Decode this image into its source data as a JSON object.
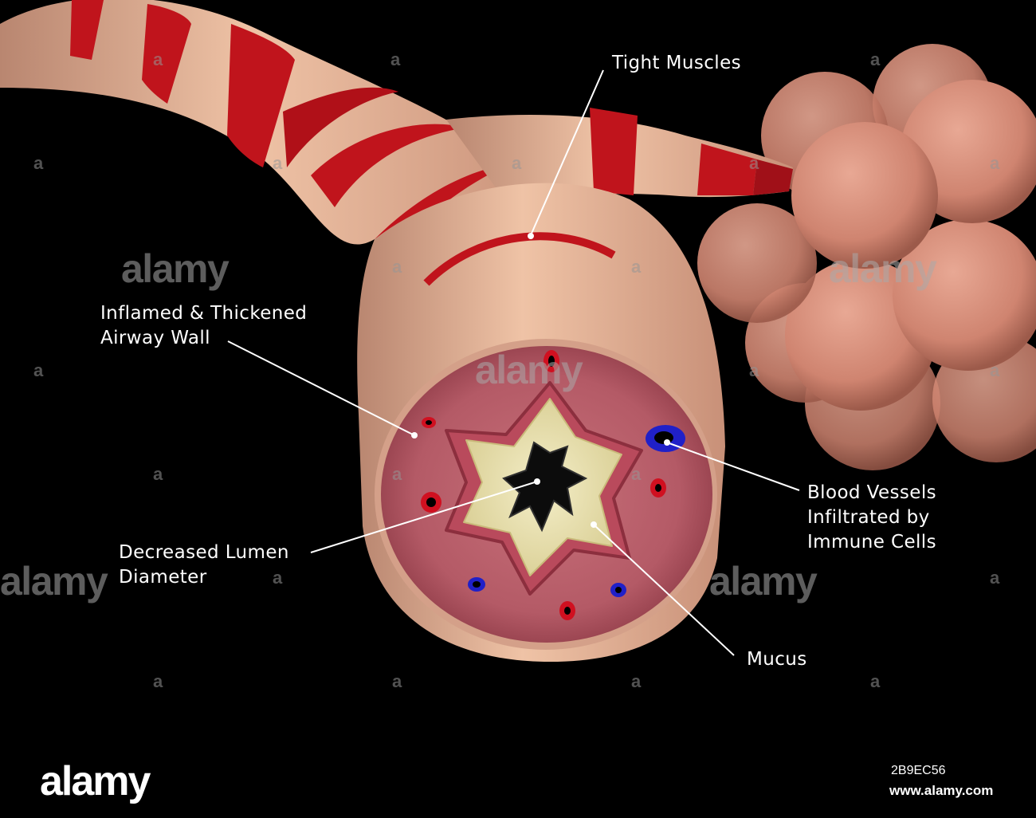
{
  "labels": {
    "tight_muscles": "Tight Muscles",
    "inflamed_line1": "Inflamed & Thickened",
    "inflamed_line2": "Airway Wall",
    "lumen_line1": "Decreased Lumen",
    "lumen_line2": "Diameter",
    "blood_line1": "Blood Vessels",
    "blood_line2": "Infiltrated by",
    "blood_line3": "Immune Cells",
    "mucus": "Mucus"
  },
  "watermark": {
    "logo_text": "alamy",
    "small_mark": "a",
    "image_id": "2B9EC56",
    "url": "www.alamy.com"
  },
  "colors": {
    "background": "#000000",
    "airway_skin": "#e8b89a",
    "muscle_band": "#c0141c",
    "airway_wall": "#b8606a",
    "mucus": "#ece4b4",
    "alveoli": "#d9907a",
    "vessel_artery": "#d01020",
    "vessel_vein": "#2020c8"
  }
}
